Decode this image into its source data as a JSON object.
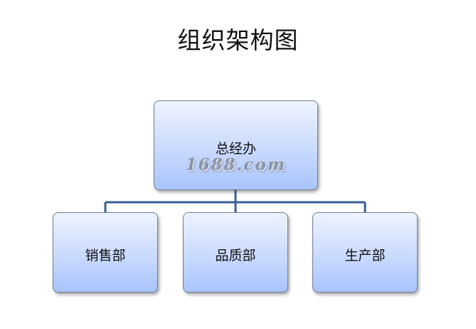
{
  "title": "组织架构图",
  "root": {
    "label": "总经办",
    "watermark": "1688.com"
  },
  "children": [
    {
      "label": "销售部"
    },
    {
      "label": "品质部"
    },
    {
      "label": "生产部"
    }
  ],
  "colors": {
    "connector": "#3a5f95",
    "box_top": "#eef3ff",
    "box_bottom": "#a9c3fb",
    "box_border": "#6f7f94"
  }
}
